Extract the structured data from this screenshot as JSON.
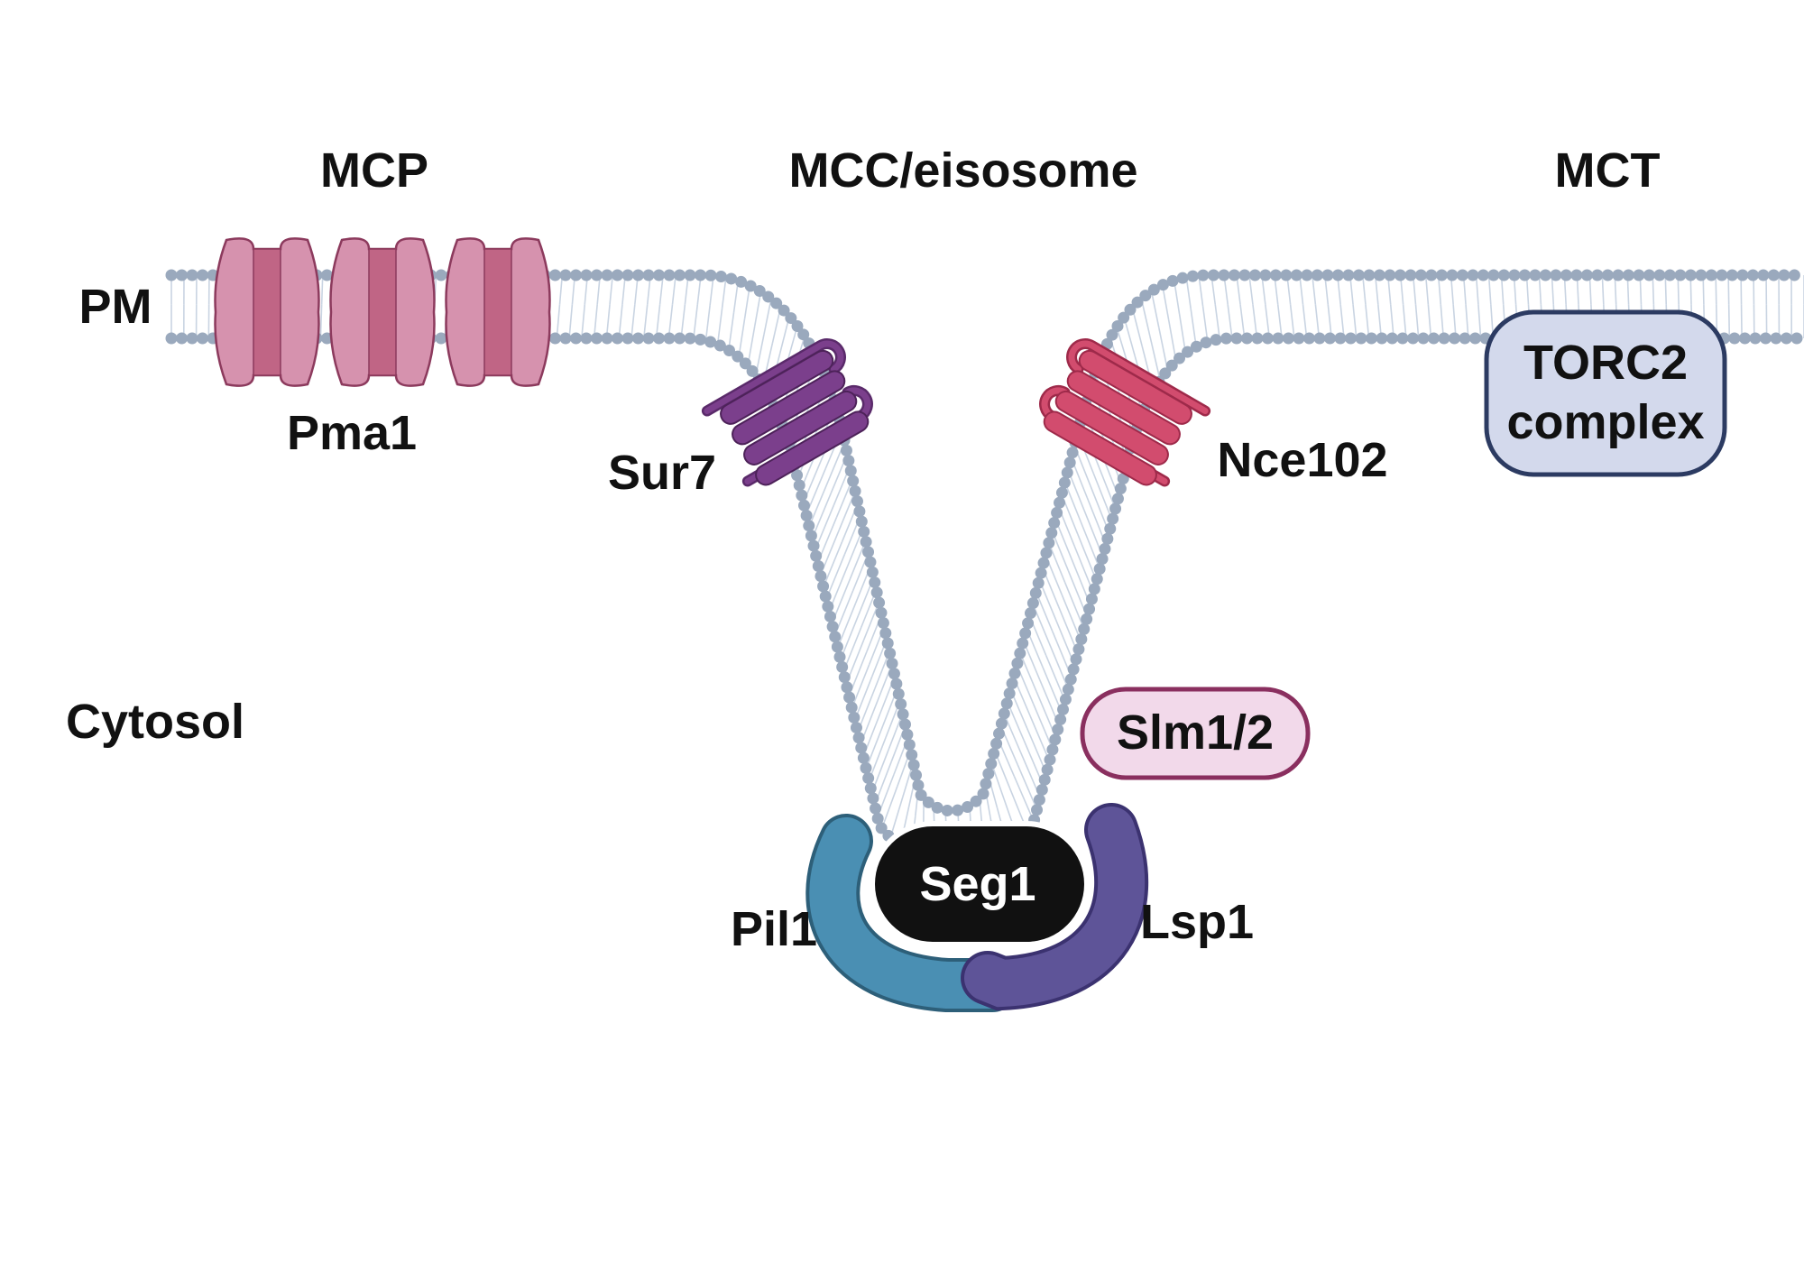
{
  "regions": {
    "mcp": "MCP",
    "mcc": "MCC/eisosome",
    "mct": "MCT"
  },
  "labels": {
    "pm": "PM",
    "cytosol": "Cytosol",
    "pma1": "Pma1",
    "sur7": "Sur7",
    "nce102": "Nce102",
    "torc2_line1": "TORC2",
    "torc2_line2": "complex",
    "slm": "Slm1/2",
    "seg1": "Seg1",
    "pil1": "Pil1",
    "lsp1": "Lsp1"
  },
  "colors": {
    "lipid_head": "#9aa9bd",
    "lipid_tail": "#c9d4e2",
    "pma1_fill": "#d692ae",
    "pma1_stripe": "#c06585",
    "sur7": "#7b3f8c",
    "nce102": "#d24c6e",
    "torc2_fill": "#d3d9ec",
    "torc2_stroke": "#2c3b62",
    "slm_fill": "#f2d9ea",
    "slm_stroke": "#8a2f5f",
    "seg1": "#111111",
    "pil1": "#4a8fb3",
    "lsp1": "#5e5498"
  }
}
